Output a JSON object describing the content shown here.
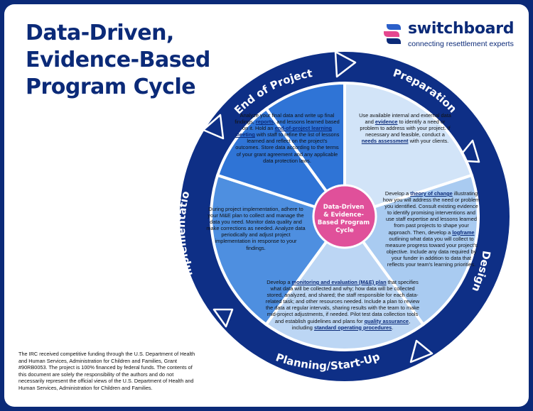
{
  "title": {
    "line1": "Data-Driven,",
    "line2": "Evidence-Based",
    "line3": "Program Cycle"
  },
  "logo": {
    "name": "switchboard",
    "tagline": "connecting resettlement experts"
  },
  "center": {
    "line1": "Data-Driven",
    "line2": "& Evidence-",
    "line3": "Based Program",
    "line4": "Cycle"
  },
  "stages": {
    "end": {
      "label": "End of Project",
      "t1": "Analyze your final data and write up final findings, ",
      "link1": "reports",
      "t2": ", and lessons learned based on it. Hold an ",
      "link2": "end-of-project learning meeting",
      "t3": " with staff to refine the list of lessons learned and reflect on the project's outcomes. Store data according to the terms of your grant agreement and any applicable data protection laws."
    },
    "prep": {
      "label": "Preparation",
      "t1": "Use available internal and external data and ",
      "link1": "evidence",
      "t2": " to identify a need or problem to address with your project. If necessary and feasible, conduct a ",
      "link2": "needs assessment",
      "t3": " with your clients."
    },
    "design": {
      "label": "Design",
      "t1": "Develop a ",
      "link1": "theory of change",
      "t2": " illustrating how you will address the need or problem you identified. Consult existing evidence to identify promising interventions and use staff expertise and lessons learned from past projects to shape your approach. Then, develop a ",
      "link2": "logframe",
      "t3": " outlining what data you will collect to measure progress toward your project's objective. Include any data required by your funder in addition to data that reflects your team's learning priorities."
    },
    "planning": {
      "label": "Planning/Start-Up",
      "t1": "Develop a ",
      "link1": "monitoring and evaluation (M&E) plan",
      "t2": " that specifies what data will be collected and why; how data will be collected stored, analyzed, and shared; the staff responsible for each data-related task; and other resources needed. Include a plan to review the data at regular intervals, sharing results with the team to make mid-project adjustments, if needed. Pilot test data collection tools and establish guidelines and plans for ",
      "link2": "quality assurance",
      "t3": ", including ",
      "link3": "standard operating procedures",
      "t4": "."
    },
    "impl": {
      "label": "Implementation",
      "t1": "During project implementation, adhere to your M&E plan to collect and manage the data you need. Monitor data quality and make corrections as needed. Analyze data periodically and adjust project implementation in response to your findings."
    }
  },
  "disclaimer": "The IRC received competitive funding through the U.S. Department of Health and Human Services, Administration for Children and Families, Grant #90RB0053. The project is 100% financed by federal funds. The contents of this document are solely the responsibility of the authors and do not necessarily represent the official views of the U.S. Department of Health and Human Services, Administration for Children and Families.",
  "colors": {
    "navy": "#0b2a78",
    "ring": "#0e2f86",
    "end": "#2f74d6",
    "prep": "#d2e4f8",
    "design": "#a9cbf1",
    "planning": "#bcd6f4",
    "impl": "#4e8fe0",
    "center": "#e0509a",
    "logo_pink": "#e5478f",
    "logo_blue": "#2b5fc9"
  }
}
